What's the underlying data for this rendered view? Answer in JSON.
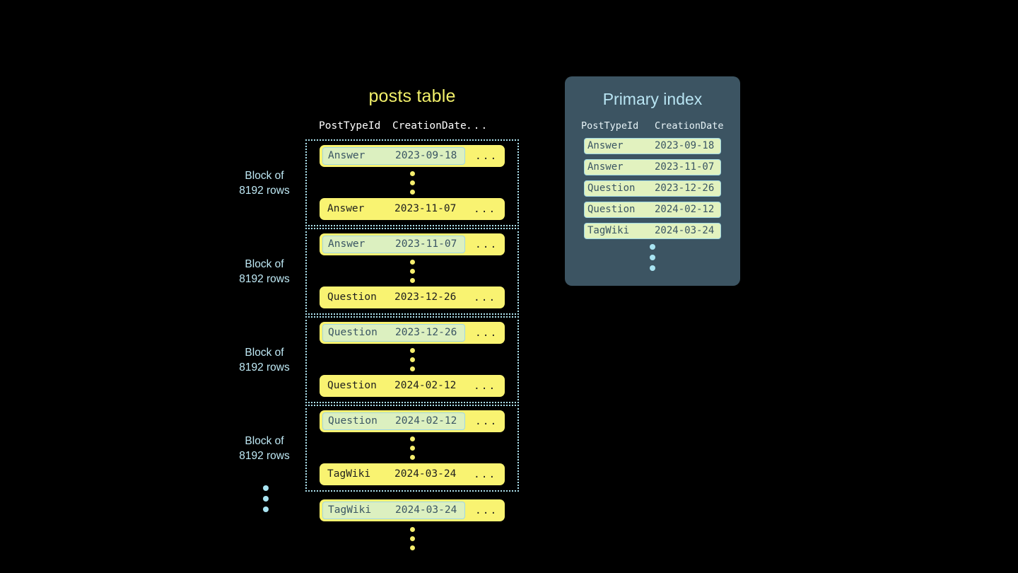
{
  "posts_table": {
    "title": "posts table",
    "columns": [
      "PostTypeId",
      "CreationDate",
      "..."
    ],
    "ellipsis_cell": "...",
    "block_label": "Block of\n8192 rows",
    "block_label_line1": "Block of",
    "block_label_line2": "8192 rows",
    "blocks": [
      {
        "label_line1": "Block of",
        "label_line2": "8192 rows",
        "first_row": {
          "type": "Answer",
          "date": "2023-09-18",
          "more": "...",
          "highlighted": true
        },
        "last_row": {
          "type": "Answer",
          "date": "2023-11-07",
          "more": "...",
          "highlighted": false
        }
      },
      {
        "label_line1": "Block of",
        "label_line2": "8192 rows",
        "first_row": {
          "type": "Answer",
          "date": "2023-11-07",
          "more": "...",
          "highlighted": true
        },
        "last_row": {
          "type": "Question",
          "date": "2023-12-26",
          "more": "...",
          "highlighted": false
        }
      },
      {
        "label_line1": "Block of",
        "label_line2": "8192 rows",
        "first_row": {
          "type": "Question",
          "date": "2023-12-26",
          "more": "...",
          "highlighted": true
        },
        "last_row": {
          "type": "Question",
          "date": "2024-02-12",
          "more": "...",
          "highlighted": false
        }
      },
      {
        "label_line1": "Block of",
        "label_line2": "8192 rows",
        "first_row": {
          "type": "Question",
          "date": "2024-02-12",
          "more": "...",
          "highlighted": true
        },
        "last_row": {
          "type": "TagWiki",
          "date": "2024-03-24",
          "more": "...",
          "highlighted": false
        }
      }
    ],
    "tail_row": {
      "type": "TagWiki",
      "date": "2024-03-24",
      "more": "...",
      "highlighted": true
    }
  },
  "primary_index": {
    "title": "Primary index",
    "columns": [
      "PostTypeId",
      "CreationDate"
    ],
    "rows": [
      {
        "type": "Answer",
        "date": "2023-09-18"
      },
      {
        "type": "Answer",
        "date": "2023-11-07"
      },
      {
        "type": "Question",
        "date": "2023-12-26"
      },
      {
        "type": "Question",
        "date": "2024-02-12"
      },
      {
        "type": "TagWiki",
        "date": "2024-03-24"
      }
    ]
  },
  "colors": {
    "background": "#000000",
    "row_yellow": "#f9f371",
    "highlight_green": "#dcf0c0",
    "highlight_border": "#9fd7e4",
    "title_yellow": "#f2f06a",
    "accent_cyan": "#b8e4f2",
    "panel_slate": "#3c5462",
    "index_row_green": "#e2f2bf"
  }
}
